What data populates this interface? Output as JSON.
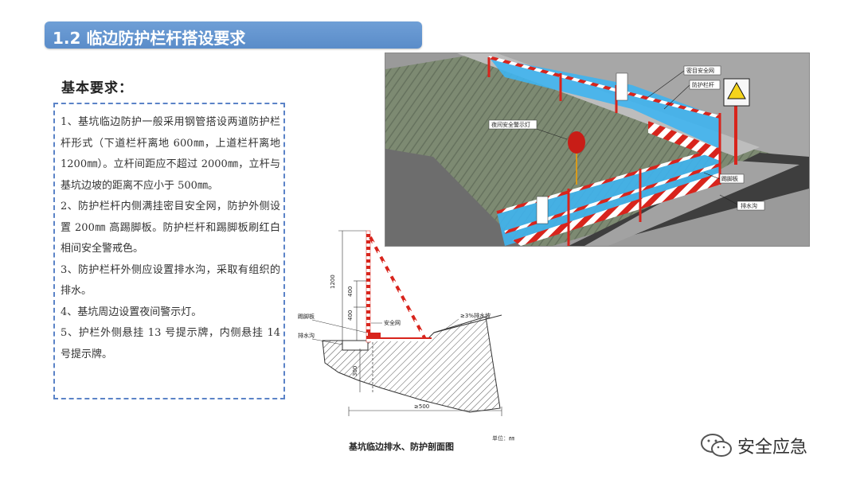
{
  "header": {
    "title": "1.2 临边防护栏杆搭设要求"
  },
  "section": {
    "label": "基本要求："
  },
  "requirements": [
    "1、基坑临边防护一般采用钢管搭设两道防护栏杆形式（下道栏杆离地 600㎜，上道栏杆离地 1200㎜）。立杆间距应不超过 2000㎜，立杆与基坑边坡的距离不应小于 500㎜。",
    "2、防护栏杆内侧满挂密目安全网，防护外侧设置 200㎜ 高踢脚板。防护栏杆和踢脚板刷红白相间安全警戒色。",
    "3、防护栏杆外侧应设置排水沟，采取有组织的排水。",
    "4、基坑周边设置夜间警示灯。",
    "5、护栏外侧悬挂 13 号提示牌，内侧悬挂 14 号提示牌。"
  ],
  "photo_labels": {
    "net": "密目安全网",
    "rail": "防护栏杆",
    "lamp": "夜间安全警示灯",
    "toe": "踢脚板",
    "ditch": "排水沟"
  },
  "section_labels": {
    "toeboard": "踢脚板",
    "ditch": "排水沟",
    "net": "安全网",
    "slope": "≥3%排水坡",
    "d1200": "1200",
    "d400a": "400",
    "d400b": "400",
    "d300": "300",
    "d500": "≥500"
  },
  "caption": "基坑临边排水、防护剖面图",
  "unit": "单位：㎜",
  "watermark": "安全应急",
  "colors": {
    "accent": "#5b8bc9",
    "warning_red": "#d8241c",
    "net_blue": "#3fb4ef"
  }
}
